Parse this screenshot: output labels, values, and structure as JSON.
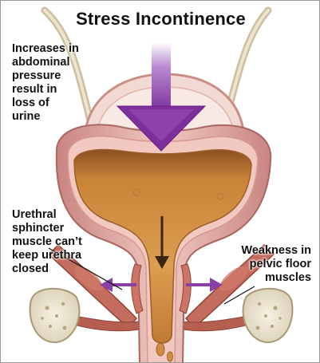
{
  "title": "Stress Incontinence",
  "labels": {
    "abdominal_pressure": [
      "Increases in",
      "abdominal",
      "pressure",
      "result in",
      "loss of",
      "urine"
    ],
    "urethral_sphincter": [
      "Urethral",
      "sphincter",
      "muscle can’t",
      "keep urethra",
      "closed"
    ],
    "pelvic_floor": [
      "Weakness in",
      "pelvic floor",
      "muscles"
    ]
  },
  "colors": {
    "pressure_arrow": "#8b3fa8",
    "bladder_wall": "#d9a19c",
    "bladder_wall_dark": "#b8716c",
    "urine": "#d99a4a",
    "urine_dark": "#b7722e",
    "muscle": "#c0685a",
    "bone": "#efe8d6",
    "tube": "#d8cfb8"
  },
  "icons": [
    "downward-pressure-arrow",
    "leftward-muscle-arrow",
    "rightward-muscle-arrow",
    "urine-flow-arrow"
  ]
}
